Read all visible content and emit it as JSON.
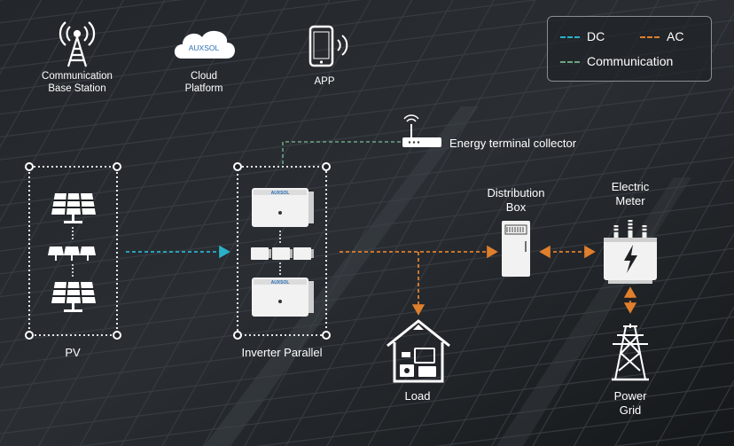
{
  "colors": {
    "dc": "#2ab1c9",
    "ac": "#e07f2c",
    "communication": "#6da482",
    "frame": "#ffffff",
    "background": "#1e2124"
  },
  "legend": {
    "dc_label": "DC",
    "ac_label": "AC",
    "communication_label": "Communication"
  },
  "top": {
    "base_station_label_line1": "Communication",
    "base_station_label_line2": "Base Station",
    "cloud_brand": "AUXSOL",
    "cloud_label_line1": "Cloud",
    "cloud_label_line2": "Platform",
    "app_label": "APP"
  },
  "nodes": {
    "collector_label": "Energy terminal collector",
    "pv_label": "PV",
    "inverter_label": "Inverter Parallel",
    "inverter_brand": "AUXSOL",
    "distribution_label_line1": "Distribution",
    "distribution_label_line2": "Box",
    "meter_label_line1": "Electric",
    "meter_label_line2": "Meter",
    "load_label": "Load",
    "grid_label_line1": "Power",
    "grid_label_line2": "Grid"
  },
  "icons": {
    "base_station": "radio-tower-icon",
    "cloud": "cloud-icon",
    "app": "smartphone-icon",
    "collector": "router-icon",
    "pv": "solar-panel-icon",
    "inverter": "inverter-icon",
    "distribution": "distribution-box-icon",
    "meter": "electric-meter-icon",
    "load": "house-load-icon",
    "grid": "transmission-tower-icon"
  }
}
